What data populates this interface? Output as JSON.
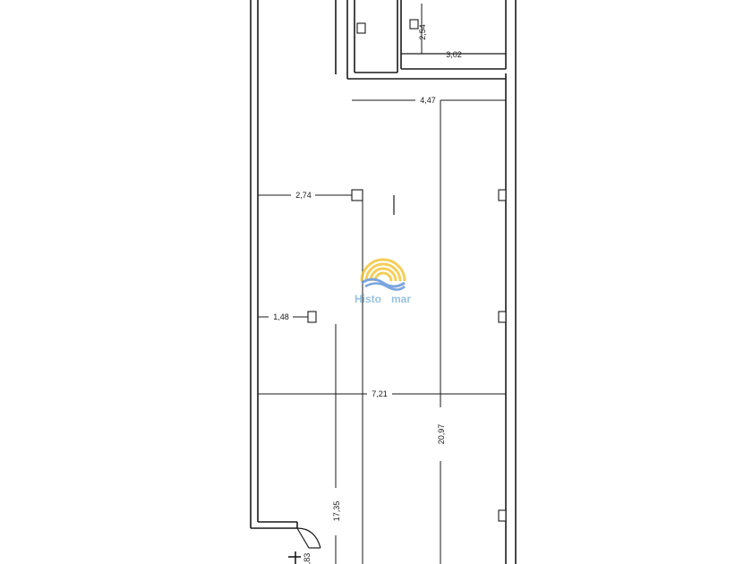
{
  "plan": {
    "dimensions": {
      "d_254": "2,54",
      "d_302": "3,02",
      "d_447": "4,47",
      "d_274": "2,74",
      "d_148": "1,48",
      "d_721": "7,21",
      "d_2097": "20,97",
      "d_1735": "17,35",
      "d_83": ",83"
    }
  },
  "watermark": {
    "word_left": "Histo",
    "word_right": "mar",
    "color_text": "#7fb3dd",
    "color_sun": "#f2c230",
    "color_wave": "#5b8fd6"
  }
}
